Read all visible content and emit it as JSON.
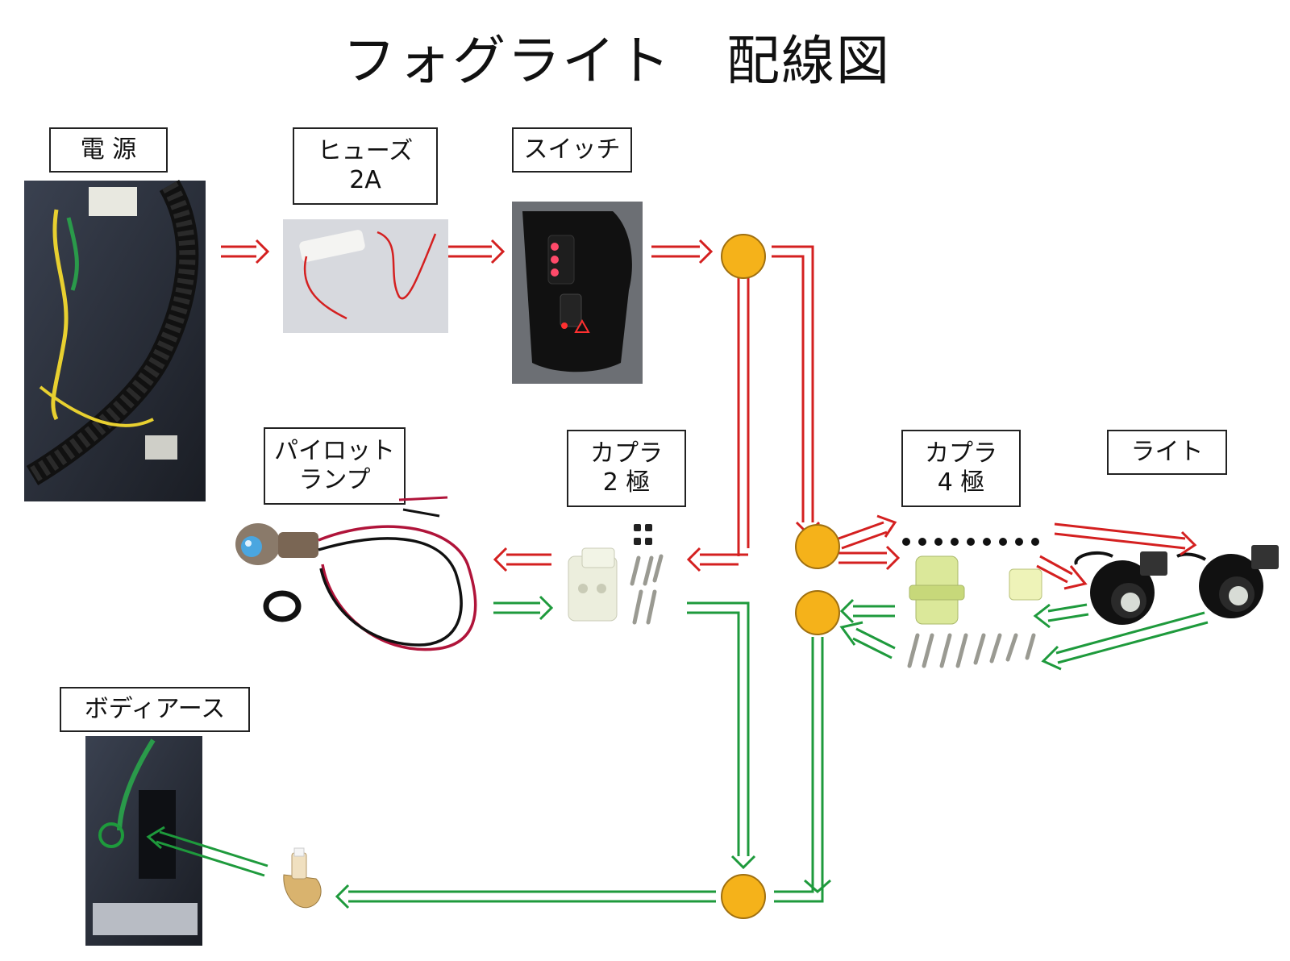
{
  "title": "フォグライト　配線図",
  "labels": {
    "power": [
      "電 源"
    ],
    "fuse": [
      "ヒューズ",
      "2A"
    ],
    "switch": [
      "スイッチ"
    ],
    "pilot_lamp": [
      "パイロット",
      "ランプ"
    ],
    "coupler_2pin": [
      "カプラ",
      "2 極"
    ],
    "coupler_4pin": [
      "カプラ",
      "4 極"
    ],
    "light": [
      "ライト"
    ],
    "body_earth": [
      "ボディアース"
    ]
  },
  "colors": {
    "positive_wire": "#d42020",
    "ground_wire": "#1e9a3c",
    "junction": "#f5b21a",
    "junction_stroke": "#a07010"
  },
  "components": [
    "power-photo-icon",
    "fuse-photo-icon",
    "switch-photo-icon",
    "pilot-lamp-photo-icon",
    "coupler-2pin-photo-icon",
    "coupler-4pin-photo-icon",
    "fog-light-photo-icon",
    "body-earth-photo-icon",
    "ring-terminal-icon"
  ]
}
